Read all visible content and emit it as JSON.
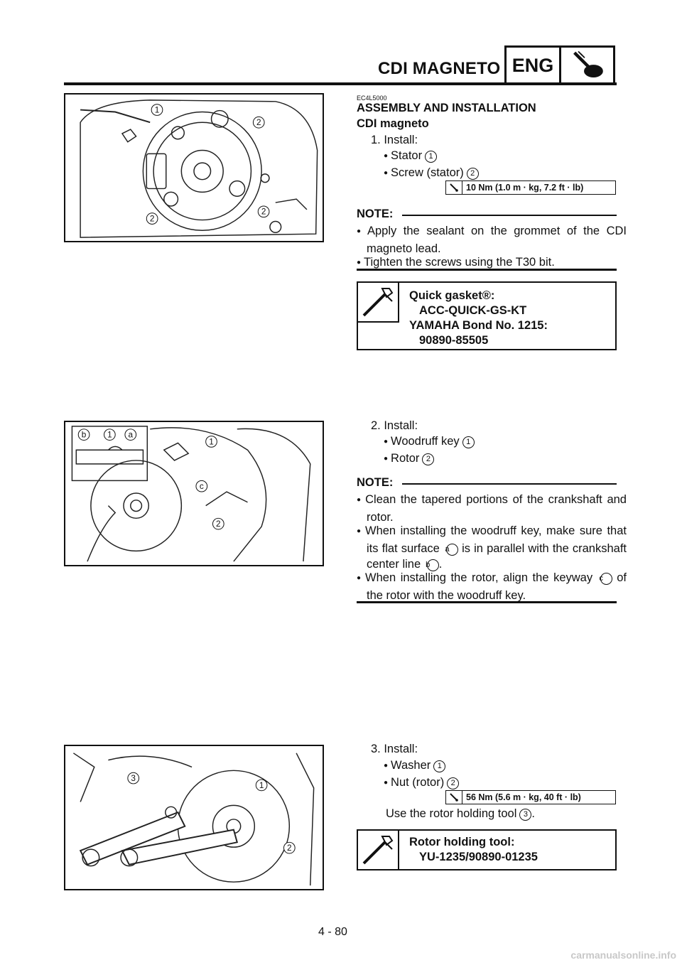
{
  "header": {
    "title": "CDI MAGNETO",
    "badge": "ENG",
    "badge_icon": "engine-icon"
  },
  "section": {
    "code": "EC4L5000",
    "title": "ASSEMBLY AND INSTALLATION",
    "subtitle": "CDI magneto"
  },
  "step1": {
    "label": "1. Install:",
    "items": [
      {
        "text": "Stator",
        "ref": "1"
      },
      {
        "text": "Screw (stator)",
        "ref": "2"
      }
    ],
    "torque": "10 Nm (1.0 m · kg, 7.2 ft · lb)",
    "note_label": "NOTE:",
    "notes": [
      "Apply the sealant on the grommet of the CDI magneto lead.",
      "Tighten the screws using the T30 bit."
    ],
    "tool_lines": [
      "Quick gasket®:",
      "ACC-QUICK-GS-KT",
      "YAMAHA Bond No. 1215:",
      "90890-85505"
    ]
  },
  "step2": {
    "label": "2. Install:",
    "items": [
      {
        "text": "Woodruff key",
        "ref": "1"
      },
      {
        "text": "Rotor",
        "ref": "2"
      }
    ],
    "note_label": "NOTE:",
    "notes": [
      "Clean the tapered portions of the crankshaft and rotor.",
      "When installing the woodruff key, make sure that its flat surface",
      "is in parallel with the crankshaft center line",
      "When installing the rotor, align the keyway",
      "of the rotor with the woodruff key."
    ],
    "refs": {
      "a": "a",
      "b": "b",
      "c": "c"
    }
  },
  "step3": {
    "label": "3. Install:",
    "items": [
      {
        "text": "Washer",
        "ref": "1"
      },
      {
        "text": "Nut (rotor)",
        "ref": "2"
      }
    ],
    "torque": "56 Nm (5.6 m · kg, 40 ft · lb)",
    "instruction": "Use the rotor holding tool",
    "instruction_ref": "3",
    "tool_lines": [
      "Rotor holding tool:",
      "YU-1235/90890-01235"
    ]
  },
  "figures": {
    "fig1_labels": [
      "1",
      "2",
      "2",
      "2"
    ],
    "fig2_labels": [
      "b",
      "1",
      "a",
      "1",
      "c",
      "2"
    ],
    "fig3_labels": [
      "3",
      "1",
      "2"
    ]
  },
  "footer": {
    "page": "4 - 80",
    "watermark": "carmanualsonline.info"
  }
}
